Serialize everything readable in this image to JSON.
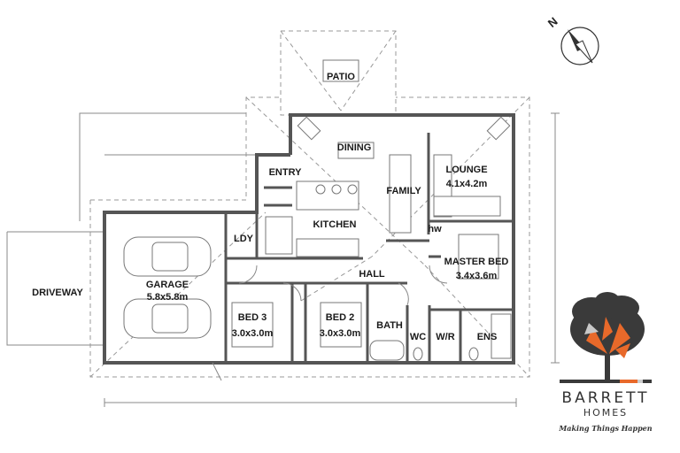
{
  "rooms": {
    "patio": "PATIO",
    "dining": "DINING",
    "entry": "ENTRY",
    "family": "FAMILY",
    "lounge": "LOUNGE",
    "lounge_size": "4.1x4.2m",
    "kitchen": "KITCHEN",
    "laundry": "LDY",
    "hot_water": "hw",
    "garage": "GARAGE",
    "garage_size": "5.8x5.8m",
    "driveway": "DRIVEWAY",
    "hall": "HALL",
    "master_bed": "MASTER BED",
    "master_bed_size": "3.4x3.6m",
    "bed3": "BED 3",
    "bed3_size": "3.0x3.0m",
    "bed2": "BED 2",
    "bed2_size": "3.0x3.0m",
    "bath": "BATH",
    "wc": "WC",
    "walk_in_robe": "W/R",
    "ensuite": "ENS"
  },
  "compass": {
    "label": "N",
    "icon": "north-arrow-icon"
  },
  "logo": {
    "name": "BARRETT",
    "subname": "HOMES",
    "tagline": "Making Things Happen",
    "colors": {
      "dark": "#3a3a3a",
      "accent": "#e8692a"
    }
  }
}
